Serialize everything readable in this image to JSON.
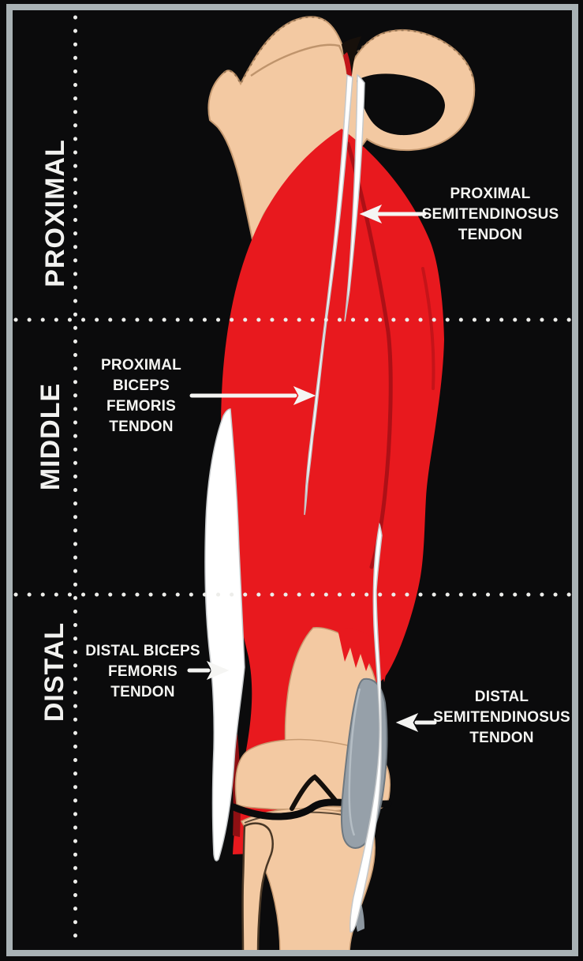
{
  "figure": {
    "description": "Posterior thigh anatomy diagram showing hamstring muscles and tendons divided into proximal, middle and distal regions",
    "region_labels": [
      {
        "text": "PROXIMAL"
      },
      {
        "text": "MIDDLE"
      },
      {
        "text": "DISTAL"
      }
    ],
    "annotations": [
      {
        "lines": [
          "PROXIMAL",
          "SEMITENDINOSUS",
          "TENDON"
        ],
        "arrow_direction": "left"
      },
      {
        "lines": [
          "PROXIMAL",
          "BICEPS",
          "FEMORIS",
          "TENDON"
        ],
        "arrow_direction": "right"
      },
      {
        "lines": [
          "DISTAL BICEPS",
          "FEMORIS",
          "TENDON"
        ],
        "arrow_direction": "right"
      },
      {
        "lines": [
          "DISTAL",
          "SEMITENDINOSUS",
          "TENDON"
        ],
        "arrow_direction": "left"
      }
    ],
    "colors": {
      "background": "#0B0B0C",
      "frame_gray": "#A9B2B5",
      "muscle_red": "#E8191E",
      "muscle_crease_red": "#AD1016",
      "muscle_dark_red": "#8E1013",
      "bone_tan": "#F3C9A2",
      "bone_outline": "#C79B72",
      "tendon_white": "#FFFFFF",
      "tendon_gray": "#96A0A9",
      "divider_dots": "#EDEDEA",
      "text_white": "#F5F5F2"
    }
  }
}
